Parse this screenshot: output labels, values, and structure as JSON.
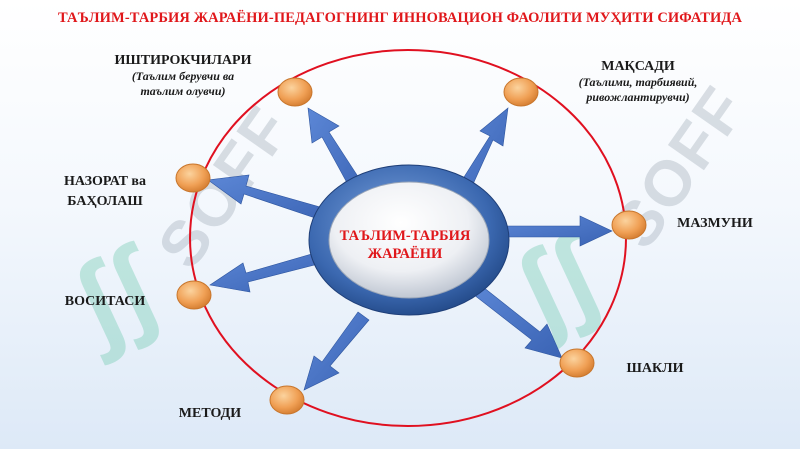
{
  "title": "ТАЪЛИМ-ТАРБИЯ ЖАРАЁНИ-ПЕДАГОГНИНГ ИННОВАЦИОН ФАОЛИТИ МУҲИТИ СИФАТИДА",
  "center": {
    "line1": "ТАЪЛИМ-ТАРБИЯ",
    "line2": "ЖАРАЁНИ"
  },
  "nodes": {
    "ishtirokchilari": {
      "label": "ИШТИРОКЧИЛАРИ",
      "sub1": "(Таълим берувчи ва",
      "sub2": "таълим олувчи)"
    },
    "maqsadi": {
      "label": "МАҚСАДИ",
      "sub1": "(Таълими, тарбиявий,",
      "sub2": "ривожлантирувчи)"
    },
    "nazorat": {
      "line1": "НАЗОРАТ ва",
      "line2": "БАҲОЛАШ"
    },
    "mazmuni": {
      "label": "МАЗМУНИ"
    },
    "vositasi": {
      "label": "ВОСИТАСИ"
    },
    "shakli": {
      "label": "ШАКЛИ"
    },
    "metodi": {
      "label": "МЕТОДИ"
    }
  },
  "watermark": {
    "text": "SOFF"
  },
  "colors": {
    "title_red": "#e0171b",
    "ellipse_red": "#e01020",
    "arrow_blue": "#4a74c4",
    "node_orange": "#f0a55a",
    "center_ring": "#2d5aa0"
  }
}
